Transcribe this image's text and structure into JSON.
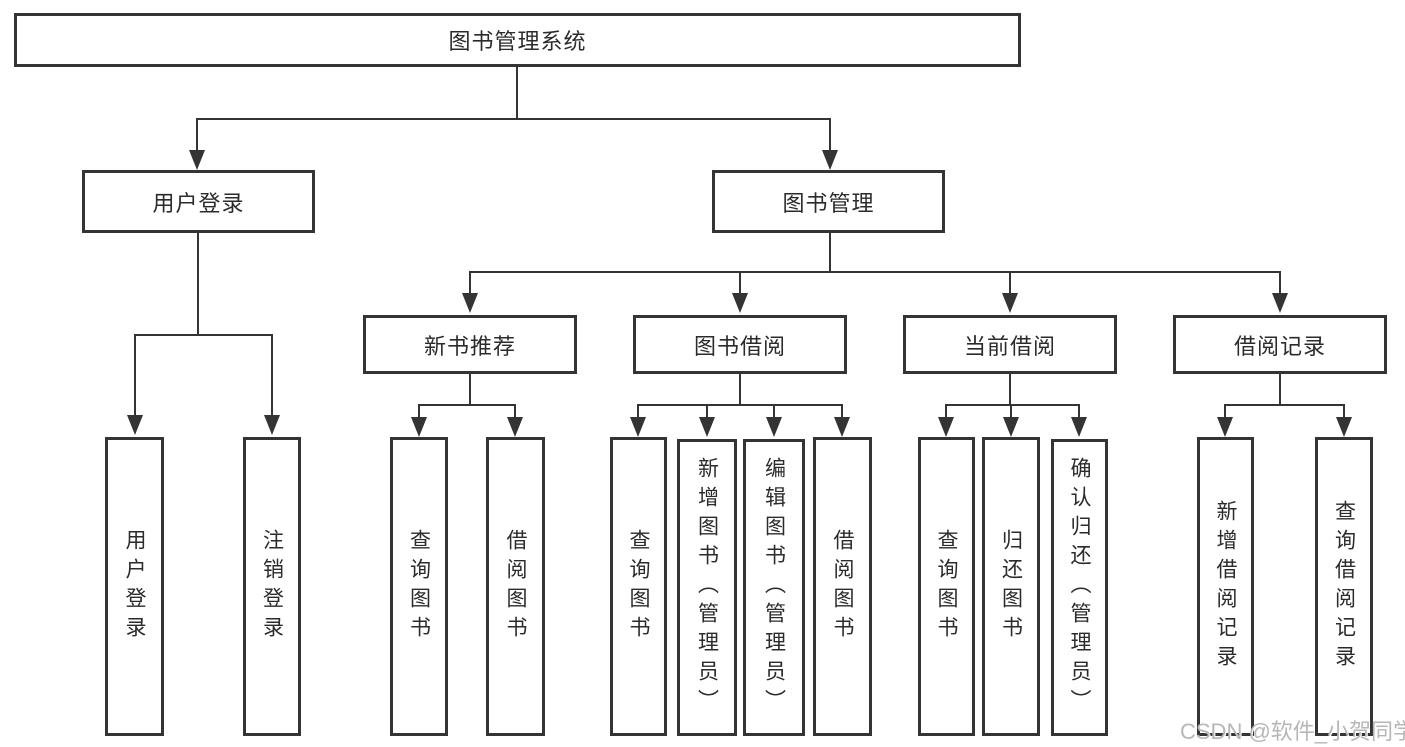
{
  "tree": {
    "root": {
      "label": "图书管理系统"
    },
    "branches": [
      {
        "label": "用户登录",
        "leaves": [
          {
            "label": "用户登录"
          },
          {
            "label": "注销登录"
          }
        ]
      },
      {
        "label": "图书管理",
        "groups": [
          {
            "label": "新书推荐",
            "leaves": [
              {
                "label": "查询图书"
              },
              {
                "label": "借阅图书"
              }
            ]
          },
          {
            "label": "图书借阅",
            "leaves": [
              {
                "label": "查询图书"
              },
              {
                "label": "新增图书（管理员）"
              },
              {
                "label": "编辑图书（管理员）"
              },
              {
                "label": "借阅图书"
              }
            ]
          },
          {
            "label": "当前借阅",
            "leaves": [
              {
                "label": "查询图书"
              },
              {
                "label": "归还图书"
              },
              {
                "label": "确认归还（管理员）"
              }
            ]
          },
          {
            "label": "借阅记录",
            "leaves": [
              {
                "label": "新增借阅记录"
              },
              {
                "label": "查询借阅记录"
              }
            ]
          }
        ]
      }
    ]
  },
  "watermark": {
    "text": "CSDN @软件_小贺同学"
  },
  "colors": {
    "line": "#343434",
    "box_border": "#343434",
    "box_fill": "#ffffff",
    "text": "#2b2b2b",
    "watermark": "#b5b7b9",
    "background": "#ffffff"
  }
}
